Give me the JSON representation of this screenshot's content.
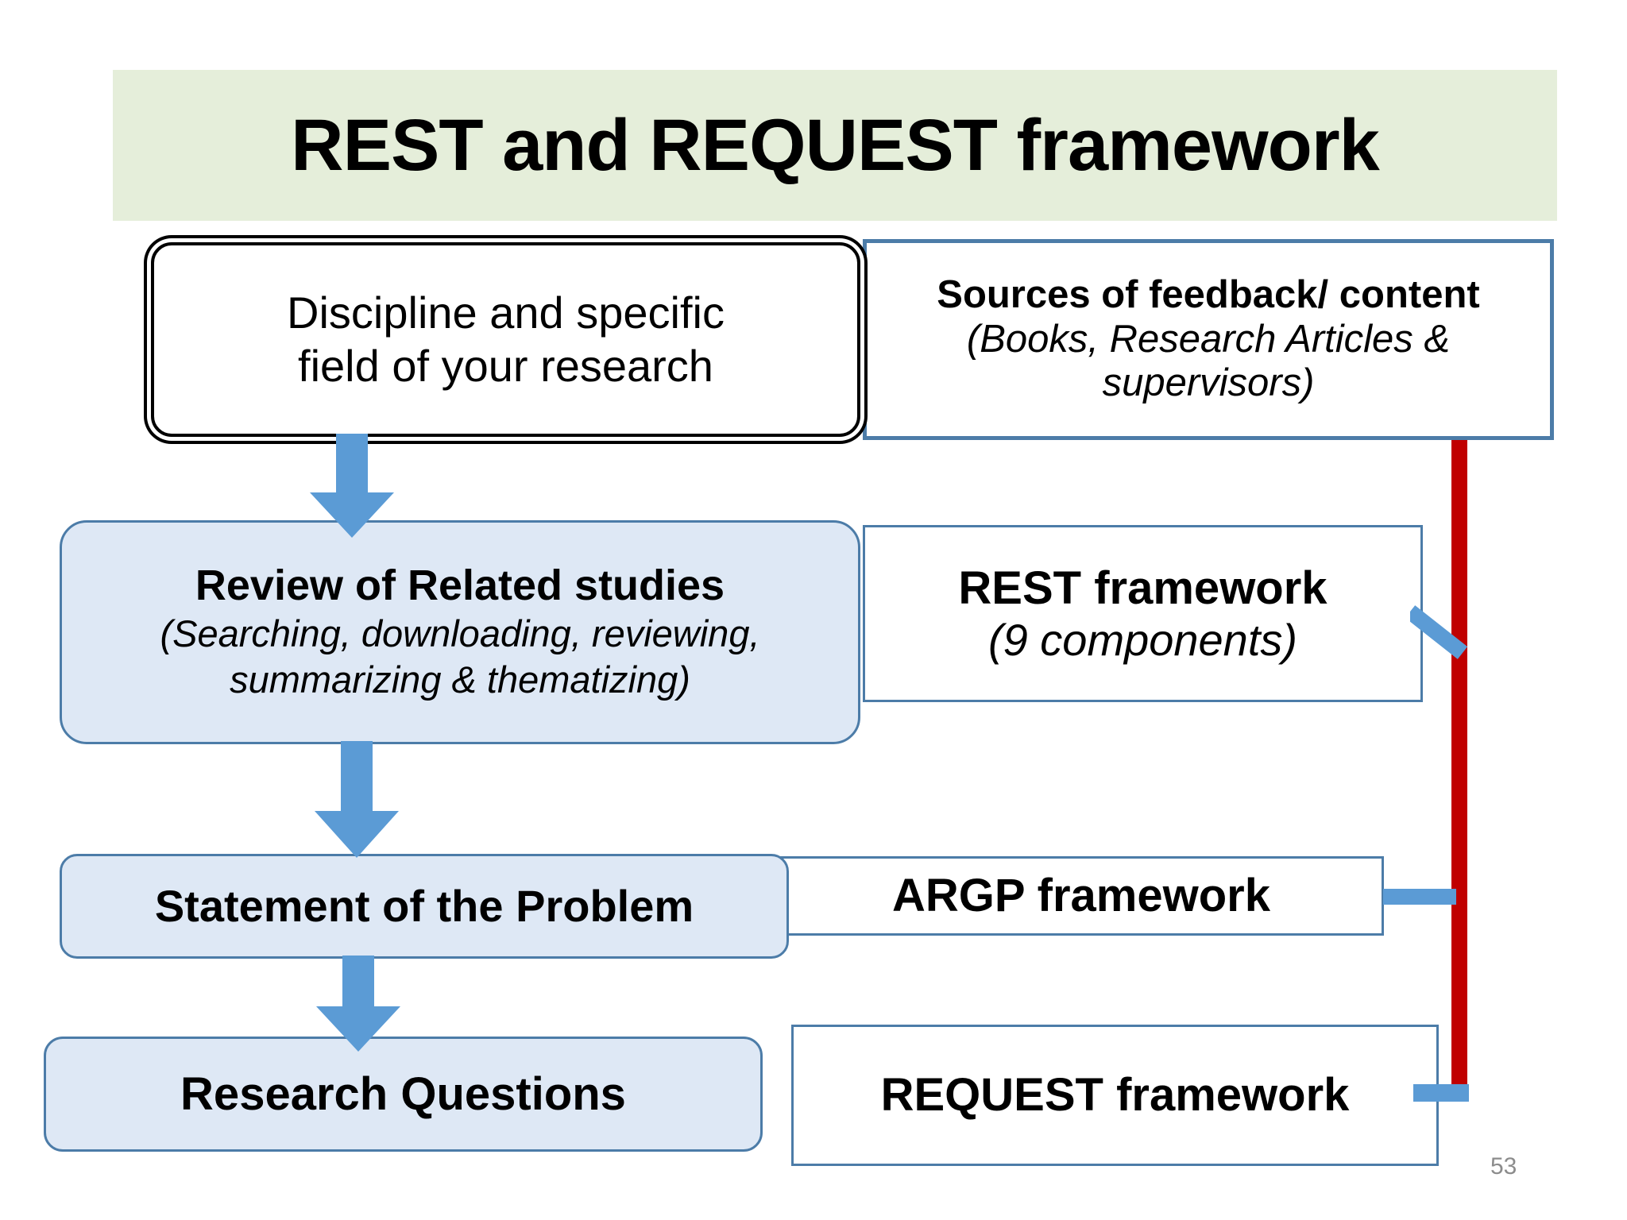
{
  "slide": {
    "title": "REST and REQUEST framework",
    "page_number": "53",
    "title_bg_color": "#E5EEDA",
    "accent_blue": "#5B9BD5",
    "box_border_blue": "#4C7CA8",
    "box_fill_blue": "#DEE8F5",
    "red_line_color": "#C00000"
  },
  "flow": {
    "left_column": [
      {
        "id": "discipline",
        "lines": [
          "Discipline and specific",
          "field of your research"
        ],
        "style": "white-double-outline"
      },
      {
        "id": "review",
        "title": "Review of Related studies",
        "lines": [
          "(Searching, downloading, reviewing,",
          "summarizing & thematizing)"
        ],
        "style": "blue-fill-rounded"
      },
      {
        "id": "statement",
        "title": "Statement of the Problem",
        "style": "blue-fill-rounded"
      },
      {
        "id": "questions",
        "title": "Research Questions",
        "style": "blue-fill-rounded"
      }
    ],
    "right_column": [
      {
        "id": "sources",
        "title": "Sources of feedback/ content",
        "lines": [
          "(Books, Research Articles &",
          "supervisors)"
        ],
        "style": "white-blue-border"
      },
      {
        "id": "rest",
        "title": "REST framework",
        "lines": [
          "(9 components)"
        ],
        "style": "white-blue-border"
      },
      {
        "id": "argp",
        "title": "ARGP framework",
        "style": "white-blue-border"
      },
      {
        "id": "request",
        "title": "REQUEST framework",
        "style": "white-blue-border"
      }
    ],
    "arrows": [
      {
        "id": "discipline-to-review",
        "direction": "down"
      },
      {
        "id": "review-to-statement",
        "direction": "down"
      },
      {
        "id": "statement-to-questions",
        "direction": "down"
      }
    ],
    "connectors": [
      {
        "id": "rest-to-redline",
        "shape": "diagonal"
      },
      {
        "id": "argp-to-redline",
        "shape": "horizontal"
      },
      {
        "id": "request-to-redline",
        "shape": "horizontal"
      },
      {
        "id": "sources-redline",
        "shape": "vertical"
      }
    ]
  }
}
